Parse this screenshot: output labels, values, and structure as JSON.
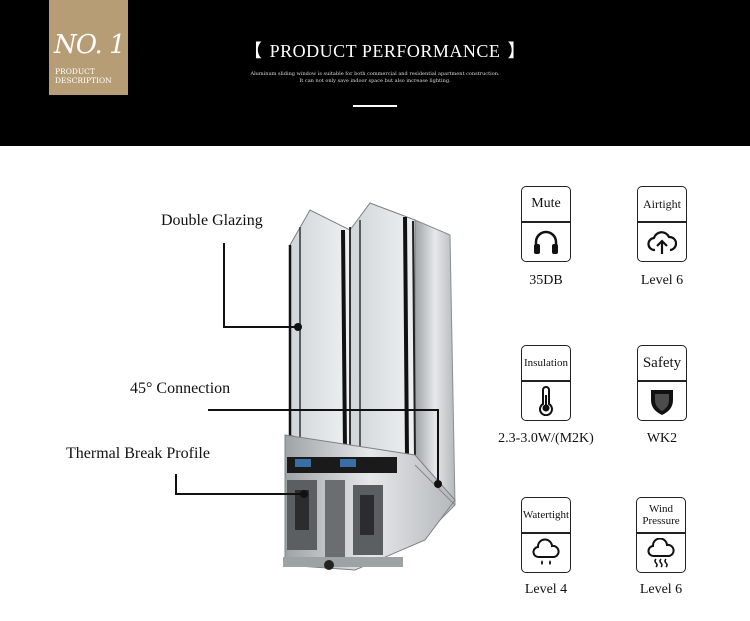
{
  "header": {
    "badge_number": "NO. 1",
    "badge_subtitle_line1": "PRODUCT",
    "badge_subtitle_line2": "DESCRIPTION",
    "bracket_left": "【",
    "title": "PRODUCT PERFORMANCE",
    "bracket_right": "】",
    "subtitle_line1": "Aluminum sliding window is suitable for both commercial and residential apartment construction.",
    "subtitle_line2": "It can not only save indoor space but also increase lighting."
  },
  "labels": {
    "double_glazing": "Double Glazing",
    "connection": "45° Connection",
    "thermal_break": "Thermal Break Profile"
  },
  "features": [
    {
      "label": "Mute",
      "value": "35DB",
      "icon": "headphones-icon"
    },
    {
      "label": "Airtight",
      "value": "Level 6",
      "icon": "cloud-upload-icon"
    },
    {
      "label": "Insulation",
      "value": "2.3-3.0W/(M2K)",
      "icon": "thermometer-icon"
    },
    {
      "label": "Safety",
      "value": "WK2",
      "icon": "shield-icon"
    },
    {
      "label": "Watertight",
      "value": "Level 4",
      "icon": "rain-cloud-icon"
    },
    {
      "label": "Wind Pressure",
      "value": "Level 6",
      "icon": "wind-cloud-icon"
    }
  ],
  "colors": {
    "header_bg": "#000000",
    "badge_gold": "#b79d76",
    "aluminum": "#c9ccce",
    "glass": "#dfe4e6"
  }
}
